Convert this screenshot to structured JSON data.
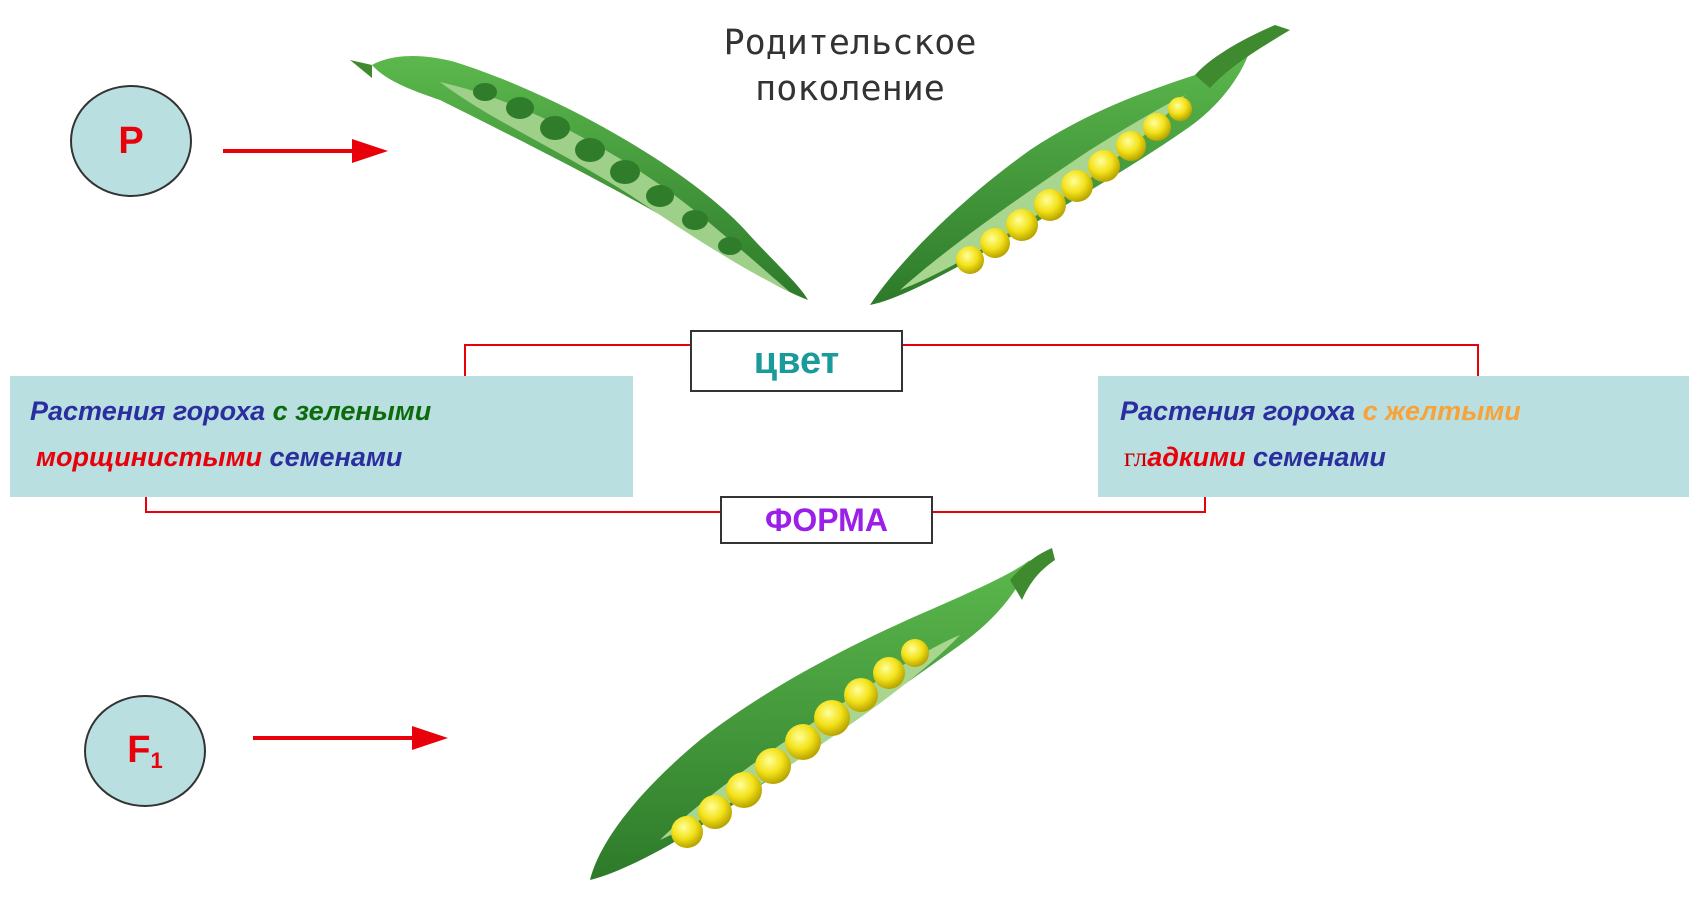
{
  "parent_generation": {
    "title_line1": "Родительское",
    "title_line2": "поколение"
  },
  "markers": {
    "p": "P",
    "f1_letter": "F",
    "f1_sub": "1"
  },
  "traits": {
    "color_label": "цвет",
    "shape_label": "ФОРМА"
  },
  "left_box": {
    "line1_prefix": "Растения гороха ",
    "line1_c": "с ",
    "line1_color": "зелеными",
    "line2_shape": "морщинистыми",
    "line2_suffix": " семенами"
  },
  "right_box": {
    "line1_prefix": "Растения гороха ",
    "line1_color": "с желтыми",
    "line2_serif": "гл",
    "line2_shape": "адкими",
    "line2_suffix": "  семенами"
  },
  "colors": {
    "arrow_red": "#e8000b",
    "box_fill": "#b9dfe0",
    "color_label": "#1a9a9a",
    "shape_label": "#9b1fe8",
    "pod_green": "#3f9a3a",
    "seed_yellow": "#f3e21a",
    "wrinkled_seed": "#2f7d2a"
  }
}
